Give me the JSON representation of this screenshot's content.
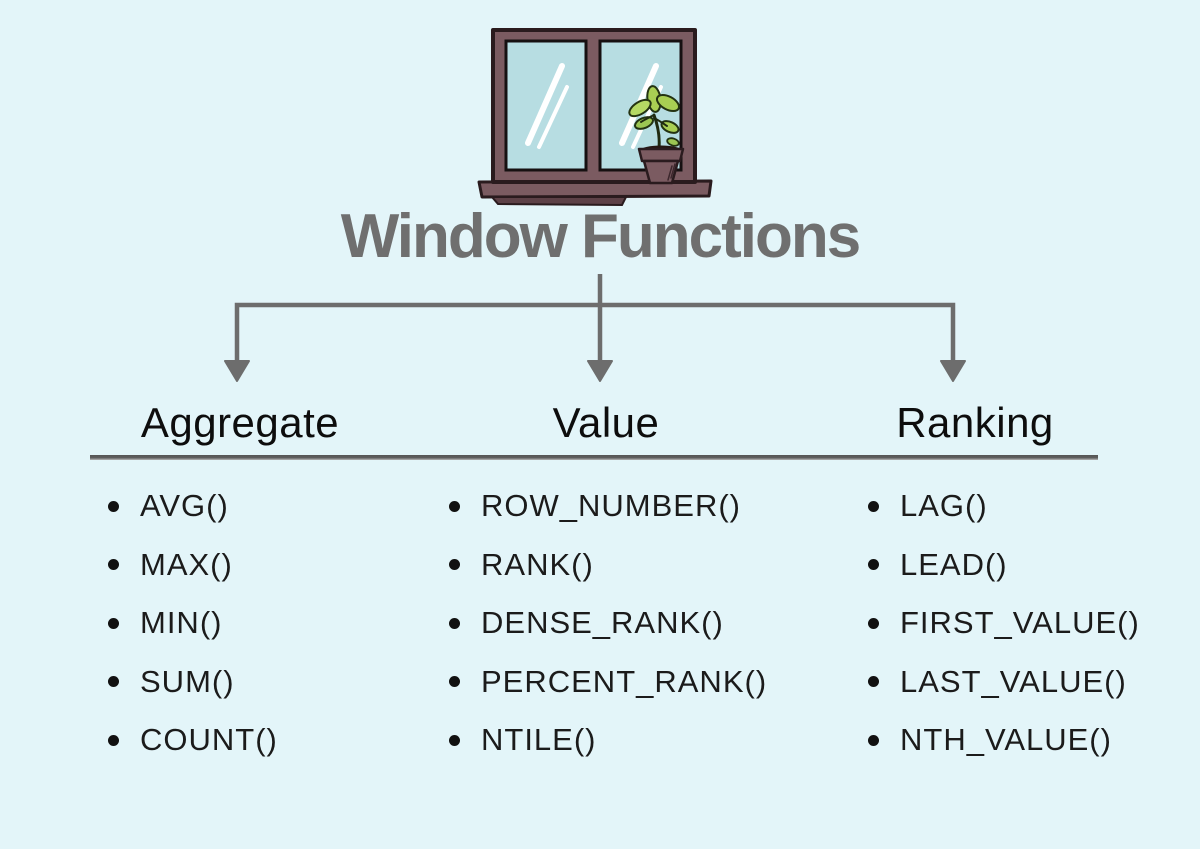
{
  "title": "Window Functions",
  "illustration": {
    "name": "window-with-plant",
    "frame_color": "#7b5b61",
    "glass_color": "#b7dde2",
    "leaf_color": "#a9cf53",
    "outline_color": "#2a1b1e"
  },
  "colors": {
    "background": "#e3f5f9",
    "title_text": "#6f6f6f",
    "connector": "#6d6d6d",
    "heading_text": "#0d0d0d",
    "list_text": "#1b1b1b",
    "divider": "#5e5e5e"
  },
  "branches": [
    {
      "label": "Aggregate",
      "items": [
        "AVG()",
        "MAX()",
        "MIN()",
        "SUM()",
        "COUNT()"
      ]
    },
    {
      "label": "Value",
      "items": [
        "ROW_NUMBER()",
        "RANK()",
        "DENSE_RANK()",
        "PERCENT_RANK()",
        "NTILE()"
      ]
    },
    {
      "label": "Ranking",
      "items": [
        "LAG()",
        "LEAD()",
        "FIRST_VALUE()",
        "LAST_VALUE()",
        "NTH_VALUE()"
      ]
    }
  ]
}
